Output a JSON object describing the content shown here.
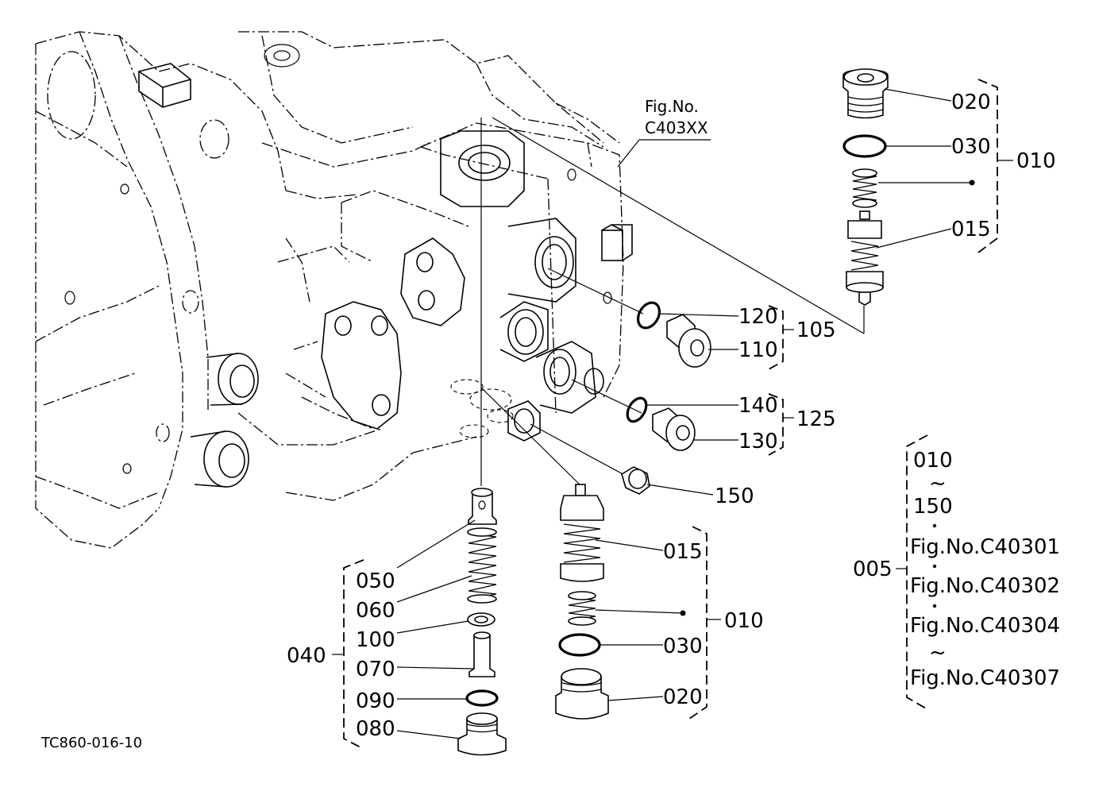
{
  "figure_ref": {
    "line1": "Fig.No.",
    "line2": "C403XX"
  },
  "drawing_code": "TC860-016-10",
  "parts": {
    "p020_top": "020",
    "p030_top": "030",
    "p015_top": "015",
    "p010_top": "010",
    "p120": "120",
    "p110": "110",
    "p105": "105",
    "p140": "140",
    "p130": "130",
    "p125": "125",
    "p150": "150",
    "p015_bottom": "015",
    "p010_bottom": "010",
    "p030_bottom": "030",
    "p020_bottom": "020",
    "p050": "050",
    "p060": "060",
    "p100": "100",
    "p040": "040",
    "p070": "070",
    "p090": "090",
    "p080": "080"
  },
  "assembly_note": {
    "label": "005",
    "range_start": "010",
    "tilde1": "~",
    "range_end": "150",
    "fig1": "Fig.No.C40301",
    "fig2": "Fig.No.C40302",
    "fig3": "Fig.No.C40304",
    "tilde2": "~",
    "fig4": "Fig.No.C40307"
  }
}
